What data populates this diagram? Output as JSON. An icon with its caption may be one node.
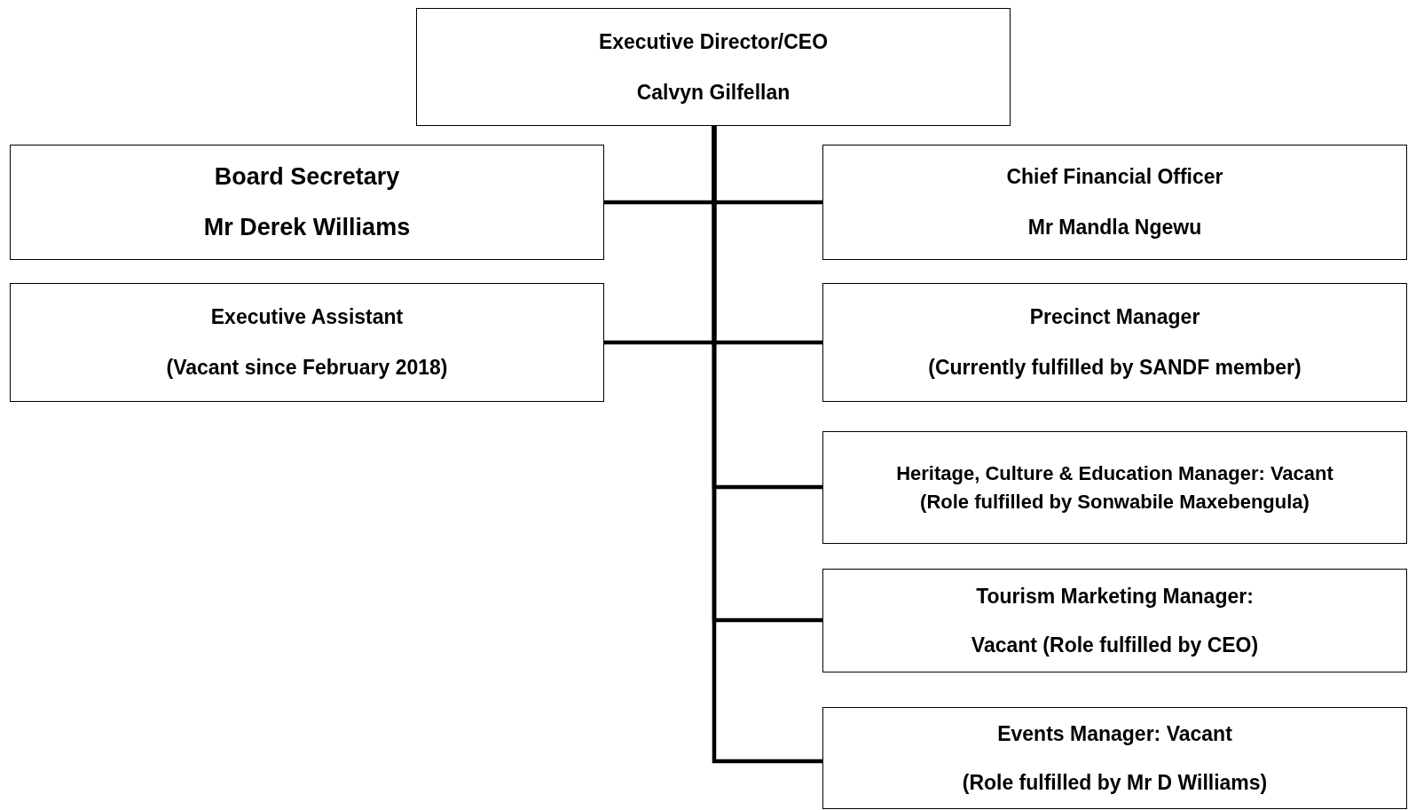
{
  "diagram": {
    "nodes": [
      {
        "text": [
          "Executive Director/CEO",
          "Calvyn Gilfellan"
        ]
      },
      {
        "text": [
          "Board Secretary",
          "Mr Derek Williams"
        ]
      },
      {
        "text": [
          "Chief Financial Officer",
          "Mr Mandla Ngewu"
        ]
      },
      {
        "text": [
          "Executive Assistant",
          "(Vacant since February 2018)"
        ]
      },
      {
        "text": [
          "Precinct Manager",
          "(Currently fulfilled by SANDF member)"
        ]
      },
      {
        "text": [
          "Heritage, Culture & Education Manager: Vacant",
          "(Role fulfilled by Sonwabile Maxebengula)"
        ]
      },
      {
        "text": [
          "Tourism Marketing Manager:",
          "Vacant (Role fulfilled by CEO)"
        ]
      },
      {
        "text": [
          "Events Manager: Vacant",
          "(Role fulfilled by Mr D Williams)"
        ]
      }
    ],
    "edges": [
      {
        "from": 0,
        "to": 1,
        "arrow": "none"
      },
      {
        "from": 0,
        "to": 2,
        "arrow": "none"
      },
      {
        "from": 0,
        "to": 3,
        "arrow": "none"
      },
      {
        "from": 0,
        "to": 4,
        "arrow": "none"
      },
      {
        "from": 0,
        "to": 5,
        "arrow": "none"
      },
      {
        "from": 0,
        "to": 6,
        "arrow": "none"
      },
      {
        "from": 0,
        "to": 7,
        "arrow": "none"
      }
    ]
  }
}
